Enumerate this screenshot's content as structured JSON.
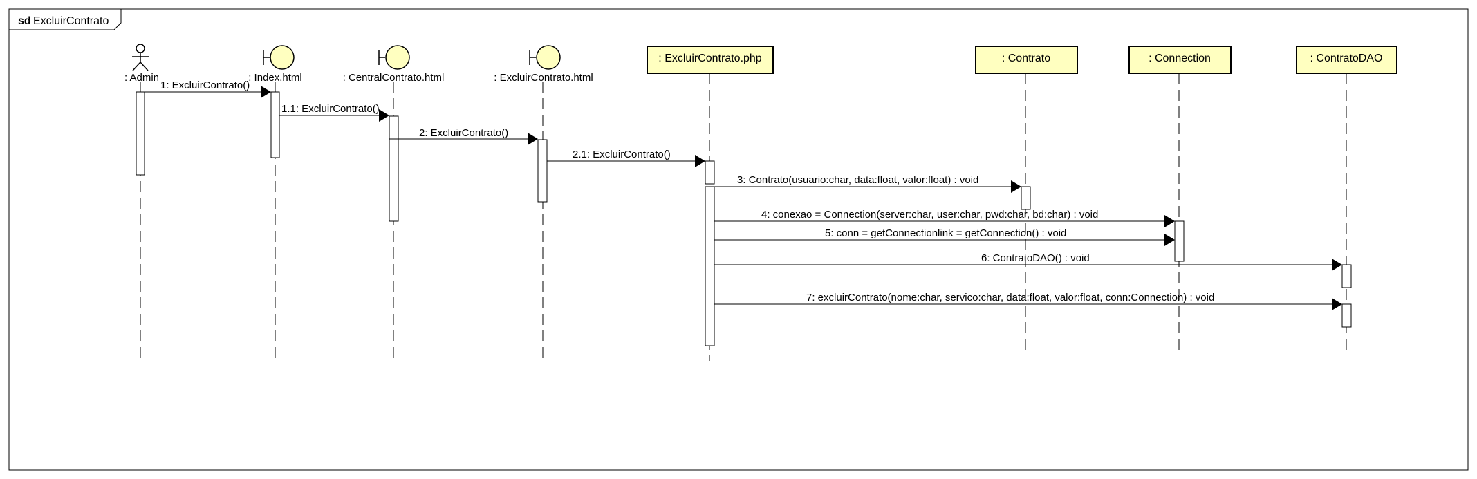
{
  "frame": {
    "keyword": "sd",
    "name": "ExcluirContrato"
  },
  "colors": {
    "participant_fill": "#ffffc0",
    "stroke": "#000000",
    "background": "#ffffff"
  },
  "participants": [
    {
      "id": "admin",
      "kind": "actor",
      "label": ": Admin"
    },
    {
      "id": "index",
      "kind": "boundary",
      "label": ": Index.html"
    },
    {
      "id": "central",
      "kind": "boundary",
      "label": ": CentralContrato.html"
    },
    {
      "id": "excluirhtml",
      "kind": "boundary",
      "label": ": ExcluirContrato.html"
    },
    {
      "id": "excluirphp",
      "kind": "class",
      "label": ": ExcluirContrato.php"
    },
    {
      "id": "contrato",
      "kind": "class",
      "label": ": Contrato"
    },
    {
      "id": "connection",
      "kind": "class",
      "label": ": Connection"
    },
    {
      "id": "contratodao",
      "kind": "class",
      "label": ": ContratoDAO"
    }
  ],
  "messages": [
    {
      "label": "1: ExcluirContrato()",
      "from": "admin",
      "to": "index"
    },
    {
      "label": "1.1: ExcluirContrato()",
      "from": "index",
      "to": "central"
    },
    {
      "label": "2: ExcluirContrato()",
      "from": "central",
      "to": "excluirhtml"
    },
    {
      "label": "2.1: ExcluirContrato()",
      "from": "excluirhtml",
      "to": "excluirphp"
    },
    {
      "label": "3: Contrato(usuario:char, data:float, valor:float) : void",
      "from": "excluirphp",
      "to": "contrato"
    },
    {
      "label": "4: conexao = Connection(server:char, user:char, pwd:char, bd:char) : void",
      "from": "excluirphp",
      "to": "connection"
    },
    {
      "label": "5: conn = getConnectionlink = getConnection() : void",
      "from": "excluirphp",
      "to": "connection"
    },
    {
      "label": "6: ContratoDAO() : void",
      "from": "excluirphp",
      "to": "contratodao"
    },
    {
      "label": "7: excluirContrato(nome:char, servico:char, data:float, valor:float, conn:Connection) : void",
      "from": "excluirphp",
      "to": "contratodao"
    }
  ]
}
